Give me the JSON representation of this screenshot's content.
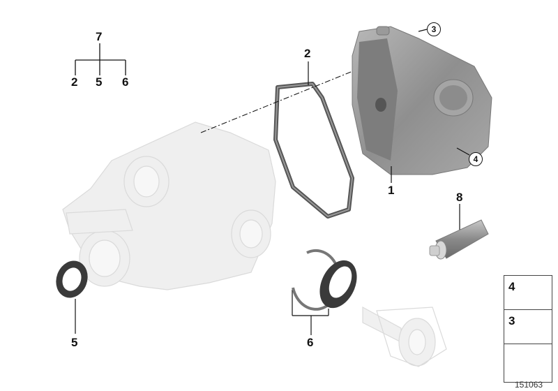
{
  "diagram": {
    "type": "exploded-parts-diagram",
    "subject": "rear differential housing with cover and seals",
    "document_number": "151063"
  },
  "group_tree": {
    "parent": "7",
    "children": [
      "2",
      "5",
      "6"
    ]
  },
  "callouts": [
    {
      "id": "1",
      "part": "differential cover"
    },
    {
      "id": "2",
      "part": "gasket"
    },
    {
      "id": "3",
      "part": "screw",
      "circled": true
    },
    {
      "id": "4",
      "part": "screw plug",
      "circled": true
    },
    {
      "id": "5",
      "part": "shaft seal (left)"
    },
    {
      "id": "6",
      "part": "circlip and shaft seal (right)"
    },
    {
      "id": "8",
      "part": "sealant tube"
    }
  ],
  "labels": {
    "c1": "1",
    "c2": "2",
    "c3": "3",
    "c4": "4",
    "c5": "5",
    "c6": "6",
    "c8": "8",
    "tree_parent": "7",
    "tree_a": "2",
    "tree_b": "5",
    "tree_c": "6"
  },
  "legend": {
    "items": [
      {
        "number": "4",
        "icon": "screw-plug-icon"
      },
      {
        "number": "3",
        "icon": "hex-bolt-icon"
      },
      {
        "number": "",
        "icon": "arrow-icon"
      }
    ]
  },
  "colors": {
    "ghost_part": "#ececec",
    "cover": "#9a9a9a",
    "seal": "#3a3a3a",
    "line": "#111111"
  }
}
